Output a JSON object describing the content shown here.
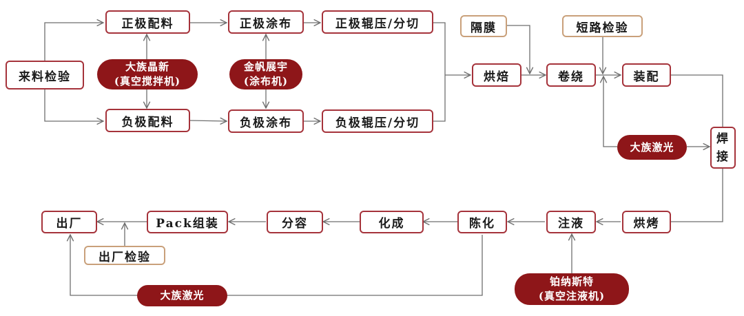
{
  "diagram": {
    "title": "",
    "colors": {
      "step_border": "#a5323a",
      "input_border": "#c9a07a",
      "vendor_fill": "#8e1619",
      "connector": "#6e6e6e"
    },
    "steps": {
      "incoming_inspection": "来料检验",
      "cathode_mixing": "正极配料",
      "anode_mixing": "负极配料",
      "cathode_coating": "正极涂布",
      "anode_coating": "负极涂布",
      "cathode_rolling": "正极辊压/分切",
      "anode_rolling": "负极辊压/分切",
      "baking_1": "烘焙",
      "winding": "卷绕",
      "assembly": "装配",
      "welding_1": "焊",
      "welding_2": "接",
      "baking_2": "烘烤",
      "electrolyte_injection": "注液",
      "aging": "陈化",
      "formation": "化成",
      "grading": "分容",
      "pack_assembly": "Pack组装",
      "shipment": "出厂"
    },
    "inputs": {
      "separator": "隔膜",
      "short_circuit_test": "短路检验",
      "outgoing_inspection": "出厂检验"
    },
    "vendors": {
      "mixing_vendor_name": "大族晶新",
      "mixing_vendor_equipment": "(真空搅拌机)",
      "coating_vendor_name": "金帆展宇",
      "coating_vendor_equipment": "(涂布机)",
      "welding_laser": "大族激光",
      "injection_vendor_name": "铂纳斯特",
      "injection_vendor_equipment": "(真空注液机)",
      "marking_laser": "大族激光"
    }
  }
}
